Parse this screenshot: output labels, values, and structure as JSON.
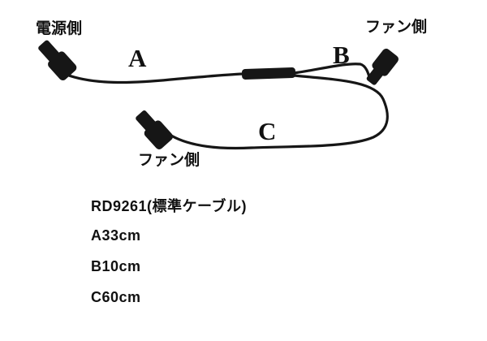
{
  "diagram": {
    "power_side_label": "電源側",
    "fan_side_top_label": "ファン側",
    "fan_side_bottom_label": "ファン側",
    "segment_a": "A",
    "segment_b": "B",
    "segment_c": "C"
  },
  "specs": {
    "model": "RD9261(標準ケーブル)",
    "length_a": "A33cm",
    "length_b": "B10cm",
    "length_c": "C60cm"
  }
}
